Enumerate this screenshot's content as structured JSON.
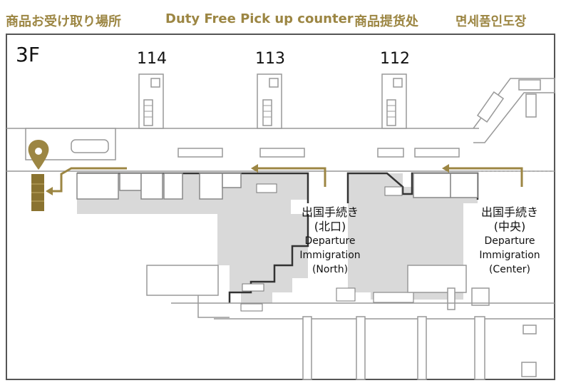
{
  "header": {
    "jp": "商品お受け取り場所",
    "en": "Duty Free Pick up counter",
    "zh": "商品提货处",
    "ko": "면세품인도장"
  },
  "floor": "3F",
  "gates": [
    "114",
    "113",
    "112"
  ],
  "immigration": [
    {
      "jp": "出国手続き",
      "jp_sub": "(北口)",
      "en1": "Departure",
      "en2": "Immigration",
      "en3": "(North)"
    },
    {
      "jp": "出国手続き",
      "jp_sub": "(中央)",
      "en1": "Departure",
      "en2": "Immigration",
      "en3": "(Center)"
    }
  ],
  "colors": {
    "accent": "#9c8643",
    "shade": "#d9d9d9",
    "wall": "#333333"
  },
  "icons": {
    "pin": "location-pin-icon"
  }
}
